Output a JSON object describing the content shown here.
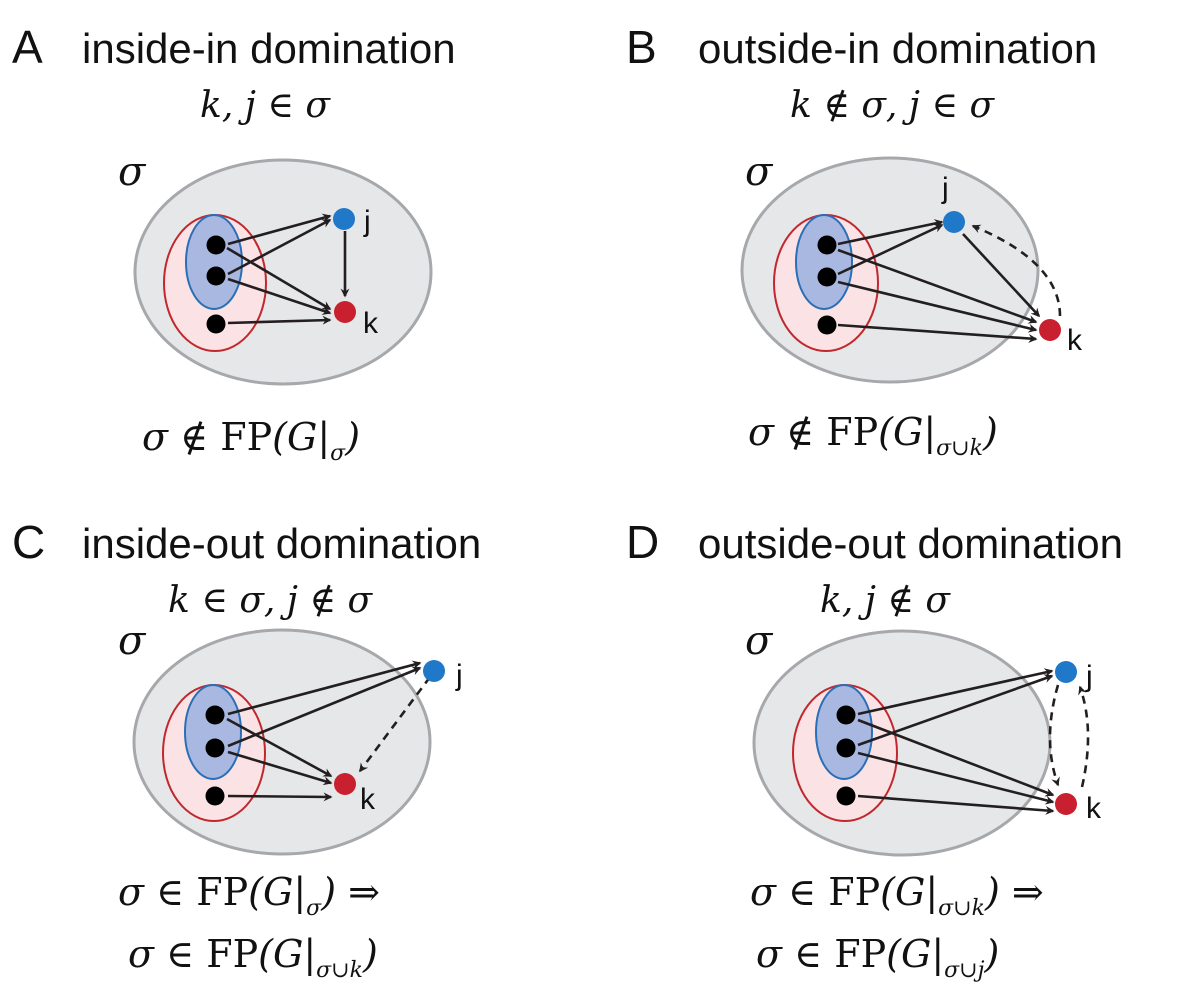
{
  "colors": {
    "sigma_fill": "#e6e7e9",
    "sigma_stroke": "#a6a8ab",
    "red_region_fill": "#fbe3e5",
    "red_region_stroke": "#c0282d",
    "blue_region_fill": "#a9b8e0",
    "blue_region_stroke": "#2a6fb6",
    "node_black": "#000000",
    "node_j_blue": "#1f78c8",
    "node_k_red": "#c8202e",
    "edge": "#231f20"
  },
  "panels": [
    {
      "letter": "A",
      "title": "inside-in domination",
      "condition": "k, j ∈ σ",
      "region_label": "σ",
      "node_j": "j",
      "node_k": "k",
      "fp_lines": [
        {
          "pre": "σ ∉ ",
          "fp": "FP",
          "open": "(G|",
          "sub": "σ",
          "close": ")"
        }
      ]
    },
    {
      "letter": "B",
      "title": "outside-in domination",
      "condition": "k ∉ σ, j ∈ σ",
      "region_label": "σ",
      "node_j": "j",
      "node_k": "k",
      "fp_lines": [
        {
          "pre": "σ ∉ ",
          "fp": "FP",
          "open": "(G|",
          "sub": "σ∪k",
          "close": ")"
        }
      ]
    },
    {
      "letter": "C",
      "title": "inside-out domination",
      "condition": "k ∈ σ, j ∉ σ",
      "region_label": "σ",
      "node_j": "j",
      "node_k": "k",
      "fp_lines": [
        {
          "pre": "σ ∈ ",
          "fp": "FP",
          "open": "(G|",
          "sub": "σ",
          "close": ") ⇒"
        },
        {
          "pre": "σ ∈ ",
          "fp": "FP",
          "open": "(G|",
          "sub": "σ∪k",
          "close": ")"
        }
      ]
    },
    {
      "letter": "D",
      "title": "outside-out domination",
      "condition": "k, j ∉ σ",
      "region_label": "σ",
      "node_j": "j",
      "node_k": "k",
      "fp_lines": [
        {
          "pre": "σ ∈ ",
          "fp": "FP",
          "open": "(G|",
          "sub": "σ∪k",
          "close": ") ⇒"
        },
        {
          "pre": "σ ∈ ",
          "fp": "FP",
          "open": "(G|",
          "sub": "σ∪j",
          "close": ")"
        }
      ]
    }
  ]
}
